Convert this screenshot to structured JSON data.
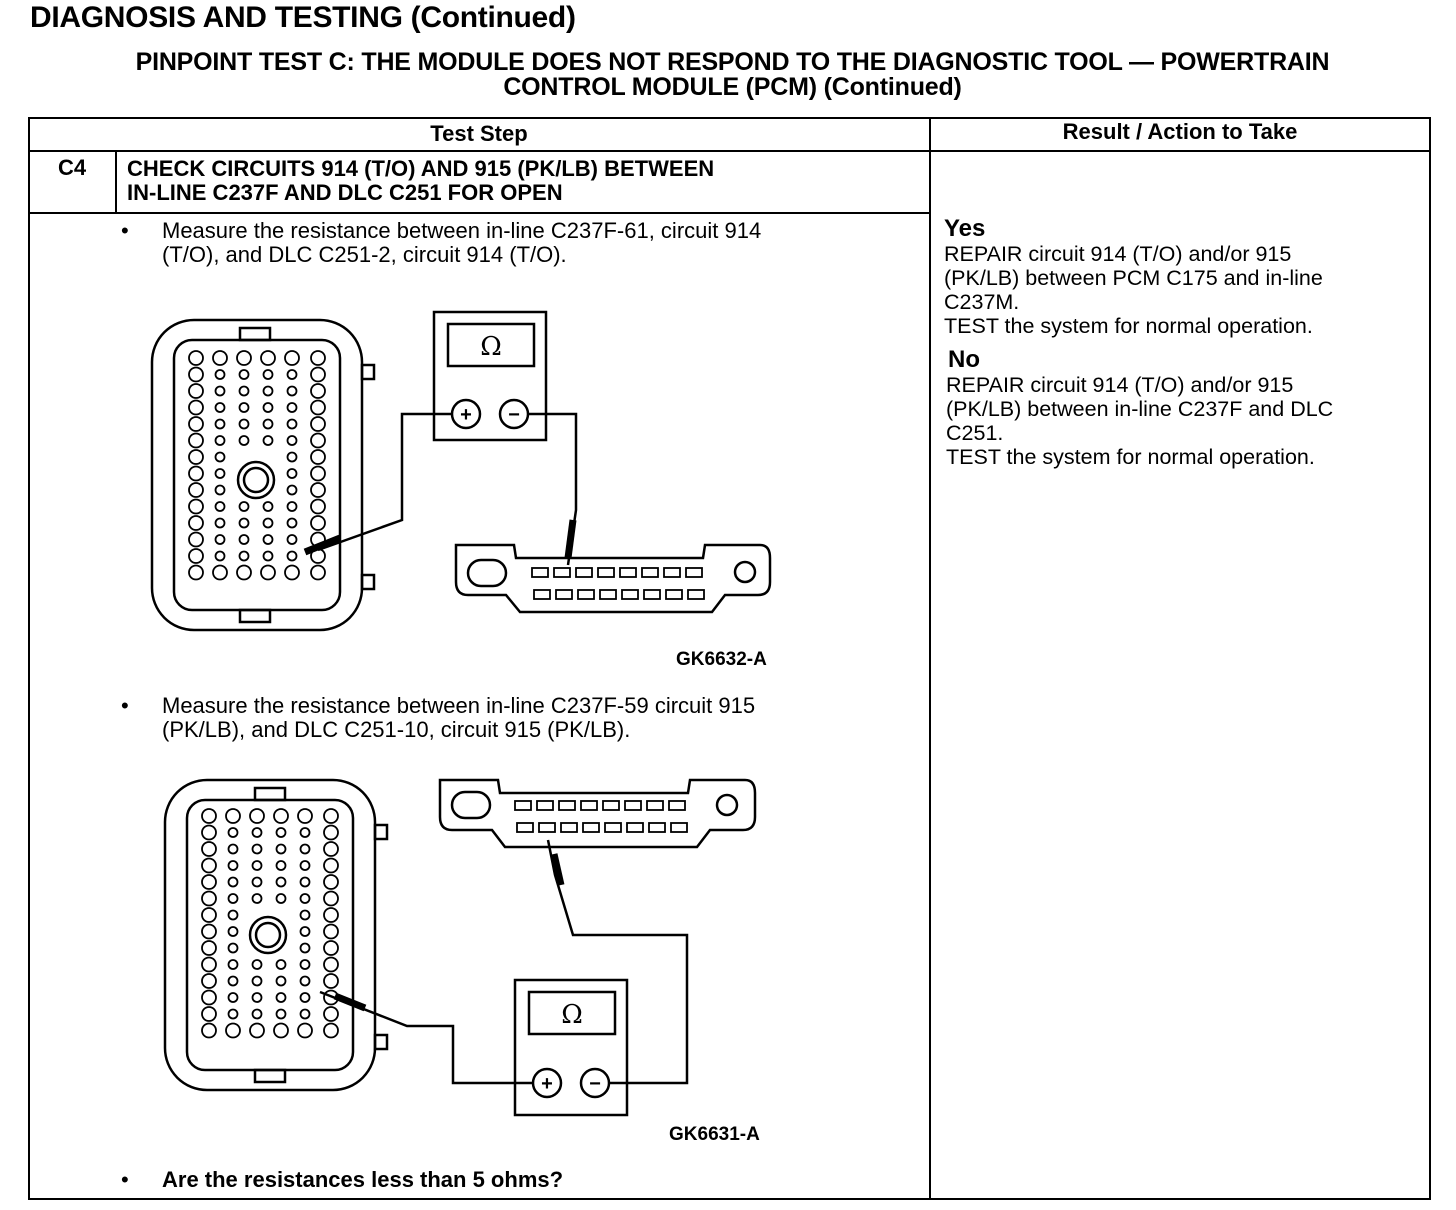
{
  "page": {
    "heading": "DIAGNOSIS AND TESTING (Continued)",
    "test_title_line1": "PINPOINT TEST C: THE MODULE DOES NOT RESPOND TO THE DIAGNOSTIC TOOL — POWERTRAIN",
    "test_title_line2": "CONTROL MODULE (PCM) (Continued)"
  },
  "table": {
    "col_test_step": "Test Step",
    "col_result": "Result / Action to Take",
    "step": {
      "id": "C4",
      "title_line1": "CHECK CIRCUITS 914 (T/O) AND 915 (PK/LB) BETWEEN",
      "title_line2": "IN-LINE C237F AND DLC C251 FOR OPEN",
      "bullet_char": "•",
      "bullet1_line1": "Measure the resistance between in-line C237F-61, circuit 914",
      "bullet1_line2": "(T/O), and DLC C251-2, circuit 914 (T/O).",
      "figure1_label": "GK6632-A",
      "bullet2_line1": "Measure the resistance between in-line C237F-59 circuit 915",
      "bullet2_line2": "(PK/LB), and DLC C251-10, circuit 915 (PK/LB).",
      "figure2_label": "GK6631-A",
      "question": "Are the resistances less than 5 ohms?",
      "meter_symbol": "Ω",
      "plus_symbol": "+",
      "minus_symbol": "−"
    },
    "result": {
      "yes_label": "Yes",
      "yes_lines": [
        "REPAIR circuit 914 (T/O) and/or 915",
        "(PK/LB) between PCM C175 and in-line",
        "C237M.",
        "TEST the system for normal operation."
      ],
      "no_label": "No",
      "no_lines": [
        "REPAIR circuit 914 (T/O) and/or 915",
        "(PK/LB) between in-line C237F and DLC",
        "C251.",
        "TEST the system for normal operation."
      ]
    }
  }
}
